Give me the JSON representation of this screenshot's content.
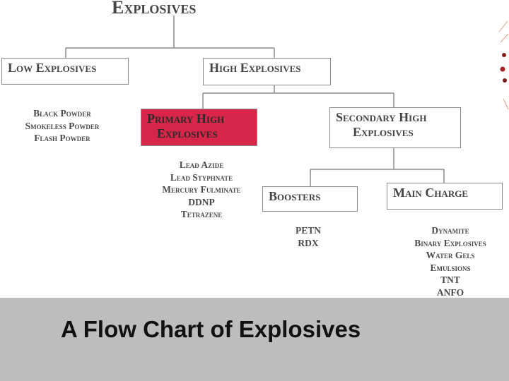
{
  "diagram": {
    "title": "Explosives",
    "low": {
      "label": "Low Explosives",
      "items": [
        "Black Powder",
        "Smokeless Powder",
        "Flash Powder"
      ]
    },
    "high": {
      "label": "High Explosives"
    },
    "primary": {
      "line1": "Primary High",
      "line2": "Explosives",
      "items": [
        "Lead Azide",
        "Lead Styphnate",
        "Mercury Fulminate",
        "DDNP",
        "Tetrazene"
      ]
    },
    "secondary": {
      "line1": "Secondary High",
      "line2": "Explosives"
    },
    "boosters": {
      "label": "Boosters",
      "items": [
        "PETN",
        "RDX"
      ]
    },
    "main_charge": {
      "label": "Main Charge",
      "items": [
        "Dynamite",
        "Binary Explosives",
        "Water Gels",
        "Emulsions",
        "TNT",
        "ANFO"
      ]
    },
    "colors": {
      "primary_fill": "#d7264a",
      "border": "#8c8c8c",
      "band": "#bdbdbd"
    }
  },
  "caption": "A Flow Chart of Explosives"
}
